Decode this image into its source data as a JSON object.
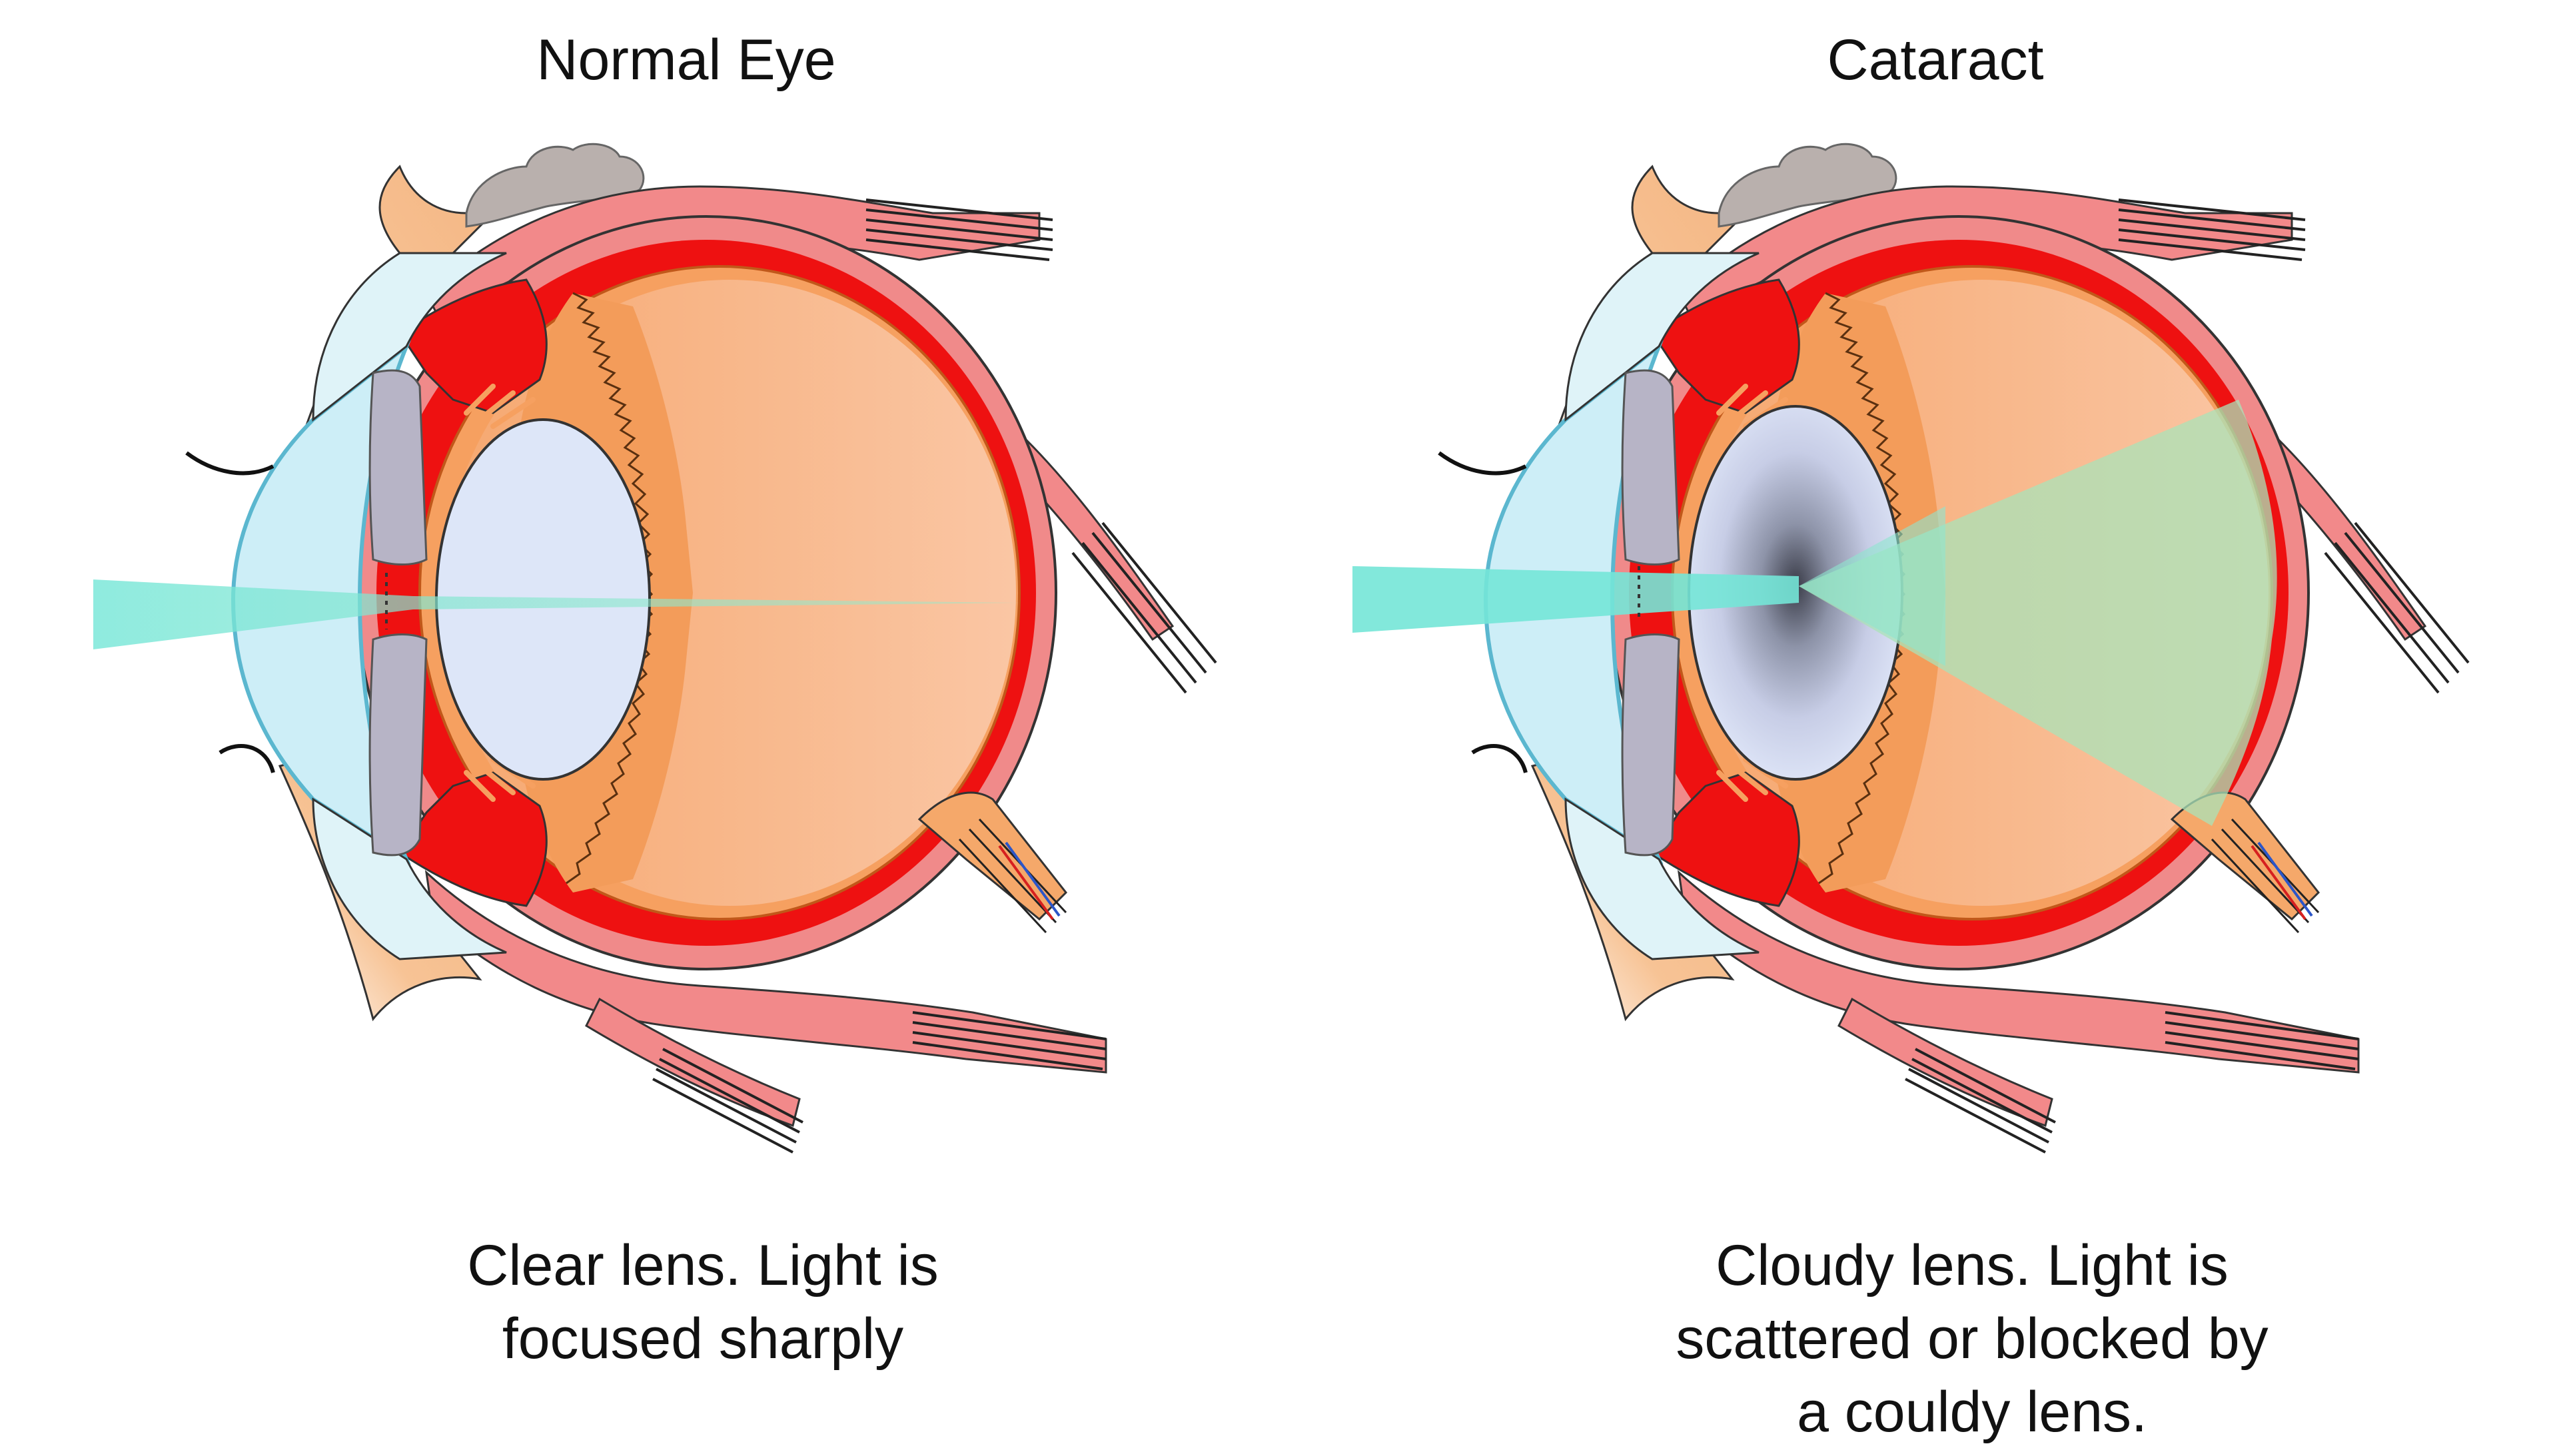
{
  "panels": [
    {
      "title": "Normal Eye",
      "caption_lines": [
        "Clear lens. Light is",
        "focused sharply"
      ]
    },
    {
      "title": "Cataract",
      "caption_lines": [
        "Cloudy lens. Light is",
        "scattered or blocked by",
        "a couldy lens."
      ]
    }
  ],
  "colors": {
    "sclera_outer": "#f08a8a",
    "choroid_red": "#ee1111",
    "vitreous": "#f8bf98",
    "ciliary_orange": "#f3a060",
    "cornea": "#cdeef7",
    "cornea_edge": "#5bb7cf",
    "lens": "#dde6f8",
    "iris_gray": "#b7b4c6",
    "eyelid_skin": "#f7c395",
    "fat_gray": "#b4aaa8",
    "light_beam": "#74e6d7",
    "scatter_green": "#a9e3b8"
  }
}
